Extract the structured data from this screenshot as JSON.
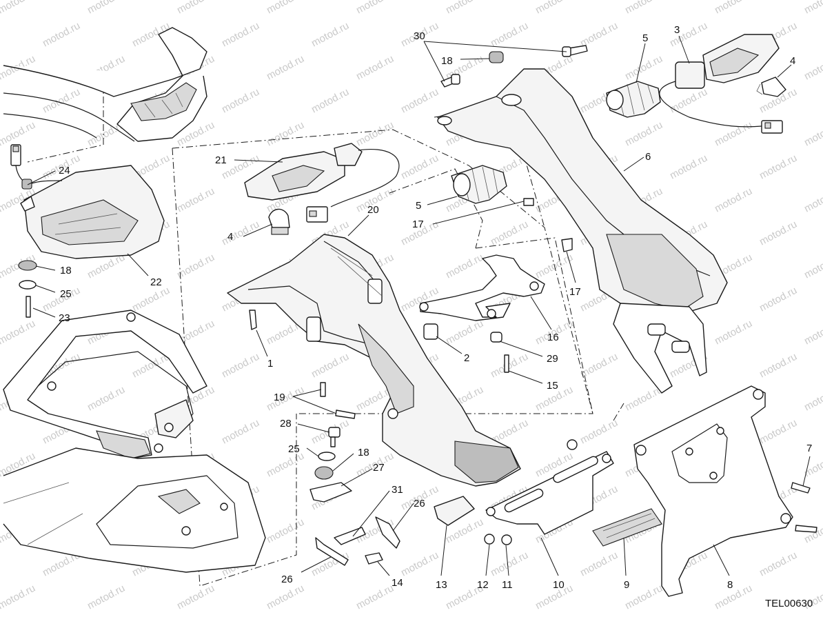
{
  "diagram": {
    "drawing_code": "TEL00630",
    "watermark_text": "motod.ru",
    "callouts": [
      "30",
      "18",
      "5",
      "3",
      "4",
      "6",
      "21",
      "24",
      "5",
      "20",
      "17",
      "4",
      "22",
      "18",
      "25",
      "23",
      "17",
      "16",
      "1",
      "2",
      "29",
      "15",
      "19",
      "28",
      "18",
      "25",
      "27",
      "31",
      "26",
      "26",
      "14",
      "13",
      "12",
      "11",
      "10",
      "9",
      "8",
      "7"
    ]
  }
}
